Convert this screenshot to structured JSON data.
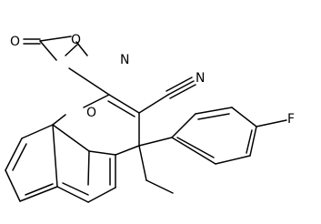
{
  "molecule": {
    "atoms": {
      "carbonyl_oxygen": "O",
      "ring_oxygen": "O",
      "oxaziridine_oxygen": "O",
      "nitrogen": "N",
      "nitrile_nitrogen": "N",
      "fluorine": "F"
    }
  }
}
